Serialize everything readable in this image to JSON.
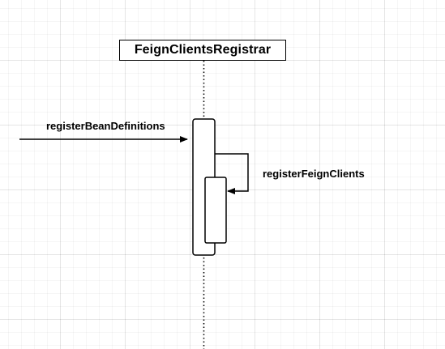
{
  "diagram": {
    "participant": {
      "name": "FeignClientsRegistrar"
    },
    "messages": [
      {
        "label": "registerBeanDefinitions",
        "kind": "incoming"
      },
      {
        "label": "registerFeignClients",
        "kind": "self-call"
      }
    ]
  },
  "colors": {
    "line": "#000000",
    "background": "#ffffff",
    "grid": "#e6e6e6"
  }
}
